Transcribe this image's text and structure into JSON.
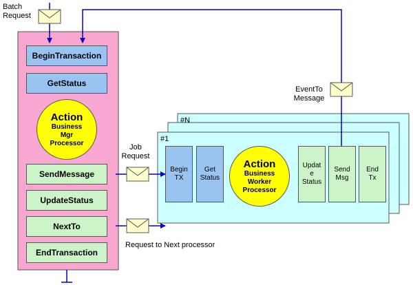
{
  "manager": {
    "steps": {
      "begin_transaction": "BeginTransaction",
      "get_status": "GetStatus",
      "send_message": "SendMessage",
      "update_status": "UpdateStatus",
      "next_to": "NextTo",
      "end_transaction": "EndTransaction"
    },
    "processor": {
      "title": "Action",
      "subtitle": "Business\nMgr\nProcessor"
    }
  },
  "worker": {
    "stack_labels": {
      "front": "#1",
      "back": "#N"
    },
    "steps": {
      "begin_tx": "Begin\nTX",
      "get_status": "Get\nStatus",
      "update_status": "Updat\ne\nStatus",
      "send_msg": "Send\nMsg",
      "end_tx": "End\nTx"
    },
    "processor": {
      "title": "Action",
      "subtitle": "Business\nWorker\nProcessor"
    }
  },
  "messages": {
    "batch_request": "Batch\nRequest",
    "job_request": "Job\nRequest",
    "event_to_message": "EventTo\nMessage",
    "next_processor": "Request to Next processor"
  },
  "colors": {
    "manager_panel": "#f8a8d0",
    "worker_panel": "#ccffff",
    "blue_step": "#99c4f2",
    "green_step": "#ccf4c8",
    "processor": "#ffff00",
    "connector": "#0000cc",
    "envelope": "#ffffcc"
  },
  "icons": [
    "envelope-icon",
    "arrow-icon"
  ]
}
